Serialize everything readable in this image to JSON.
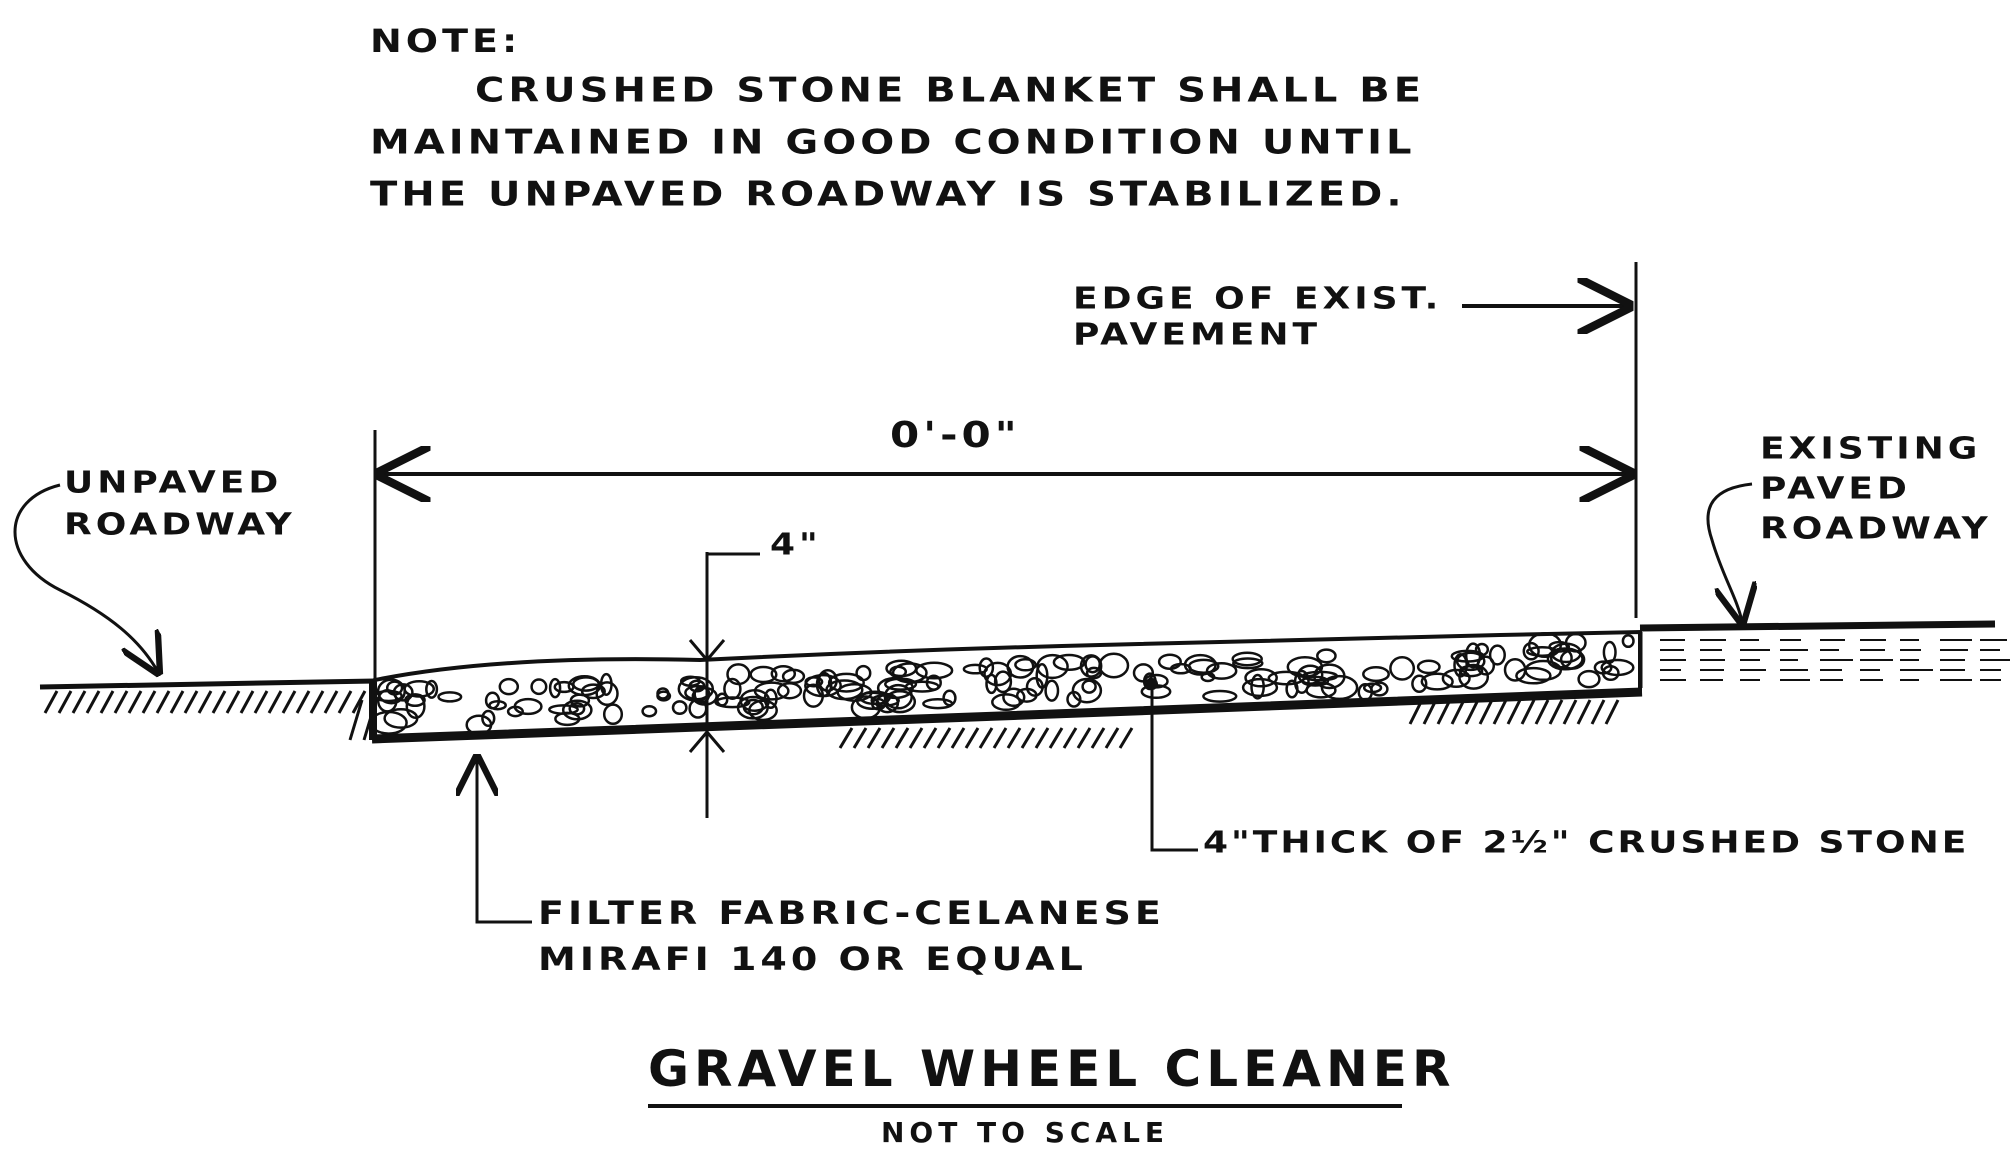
{
  "note": {
    "heading": "NOTE:",
    "lines": [
      "CRUSHED STONE BLANKET SHALL BE",
      "MAINTAINED IN GOOD CONDITION UNTIL",
      "THE UNPAVED ROADWAY IS STABILIZED."
    ]
  },
  "labels": {
    "edge_line1": "EDGE OF EXIST.",
    "edge_line2": "PAVEMENT",
    "length_dim": "0'-0\"",
    "unpaved_line1": "UNPAVED",
    "unpaved_line2": "ROADWAY",
    "existing_line1": "EXISTING",
    "existing_line2": "PAVED",
    "existing_line3": "ROADWAY",
    "depth_dim": "4\"",
    "stone_callout": "4\"THICK OF 2½\" CRUSHED STONE",
    "fabric_line1": "FILTER FABRIC-CELANESE",
    "fabric_line2": "MIRAFI 140 OR EQUAL"
  },
  "title": "GRAVEL WHEEL CLEANER",
  "subtitle": "NOT TO SCALE",
  "colors": {
    "ink": "#111111",
    "paper": "#ffffff"
  }
}
